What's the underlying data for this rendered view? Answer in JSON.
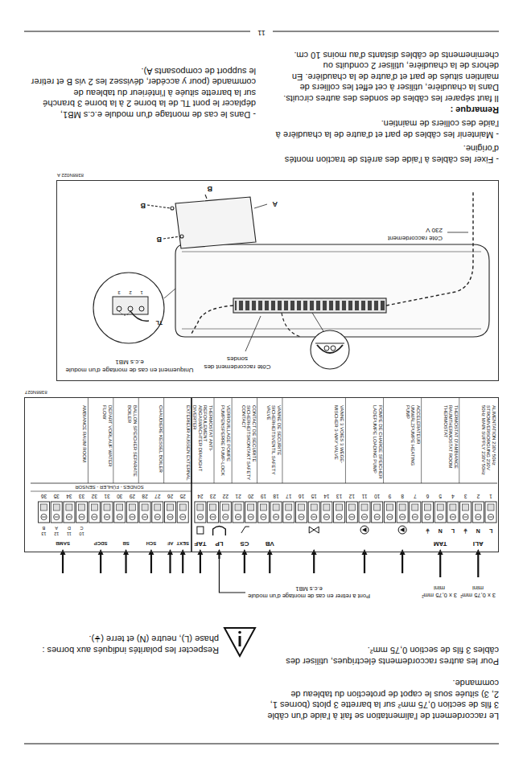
{
  "diagram": {
    "nodes": [
      {
        "text": [
          "8388N027"
        ]
      },
      {
        "text": [
          "8388N022 A"
        ]
      }
    ],
    "labels": [
      "Le raccordement de l'alimentation se fait à l'aide d'un câble 3 fils de section 0,75 mm² sur la barrette 3 plots (bornes 1, 2, 3) située sous le capot de protection du tableau de commande.",
      "Pour les autres raccordements électriques, utiliser des câbles 3 fils de section 0,75 mm².",
      "Respecter les polarités indiqués aux bornes : phase (L), neutre (N) et terre (⏚).",
      "3 x 0,75 mm² mini",
      "3 x 0,75 mm² mini",
      "Pont à retirer en cas de montage d'un module e.c.s MB1",
      "ALI",
      "TAM",
      "VB",
      "CS",
      "LP",
      "TAF",
      "SEXT",
      "AF",
      "SCH",
      "SB",
      "SDCP",
      "SAMB",
      "10",
      "11",
      "12",
      "13",
      "C",
      "D",
      "A",
      "B",
      "L",
      "N",
      "⏚",
      "L",
      "N",
      "⏚",
      "1",
      "2",
      "3",
      "4",
      "5",
      "6",
      "7",
      "8",
      "9",
      "10",
      "11",
      "12",
      "13",
      "14",
      "15",
      "16",
      "17",
      "18",
      "19",
      "20",
      "21",
      "22",
      "23",
      "24",
      "25",
      "26",
      "27",
      "28",
      "29",
      "30",
      "31",
      "32",
      "33",
      "34",
      "35",
      "36",
      "SONDES - FÜHLER - SENSOR",
      "ALIMENTATION 230V 50Hz STROMVERSORGUNG 230V 50Hz MAIN SUPPLY 230V 50Hz",
      "THERMOSTAT D'AMBIANCE RAUMTHERMOSTAT ROOM THERMOSTAT",
      "ACCELERATEUR UMWÄLZPUMPE HEATING PUMP",
      "POMPE DE CHARGE SPEICHER LADEPUMPE LOADING PUMP",
      "VANNE 3 VOIES 3 WEGE-MISCHER 3-WAY VALVE",
      "VANNE DE SECURITE SICHERHEITSVENTIL SAFETY VALVE",
      "CONTACT DE SECURITE SICHERHEITSKONTAKT SAFETY CONTACT",
      "VERROUILLAGE POMPE PUMPENSPERRE PUMP-LOCK",
      "THERMOSTAT ANTI-REFOULEMENT ABGASWÄCHTER DRAUGHT DIVERTER",
      "EXTERIEUR AUSSEN EXTERNAL",
      "CHAUDIERE KESSEL BOILER",
      "BALLON SPEICHER SEPARATE BOILER",
      "DEPART VORLAUF WATER FLOW",
      "AMBIANCE RAUM ROOM",
      "Côté raccordement 230 V",
      "Côté raccordement des sondes",
      "Uniquement en cas de montage d'un module e.c.s MB1",
      "A",
      "B",
      "B",
      "B",
      "TL",
      "1",
      "2",
      "3",
      "- Fixer les câbles à l'aide des arrêts de traction montés d'origine.",
      "- Maintenir les câbles de part et d'autre de la chaudière à l'aide des colliers de maintien.",
      "Remarque :",
      "Il faut séparer les câbles de sondes des autres circuits. Dans la chaudière, utiliser à cet effet les colliers de maintien situés de part et d'autre de la chaudière. En dehors de la chaudière, utiliser 2 conduits ou cheminements de câbles distants d'au moins 10 cm.",
      "- Dans le cas de montage d'un module e.c.s MB1, déplacer le pont TL de la borne 2 à la borne 3 branché sur la barrette située à l'intérieur du tableau de commande (pour y accéder, dévissez les 2 vis B et retirer le support de composants A).",
      "11"
    ]
  }
}
